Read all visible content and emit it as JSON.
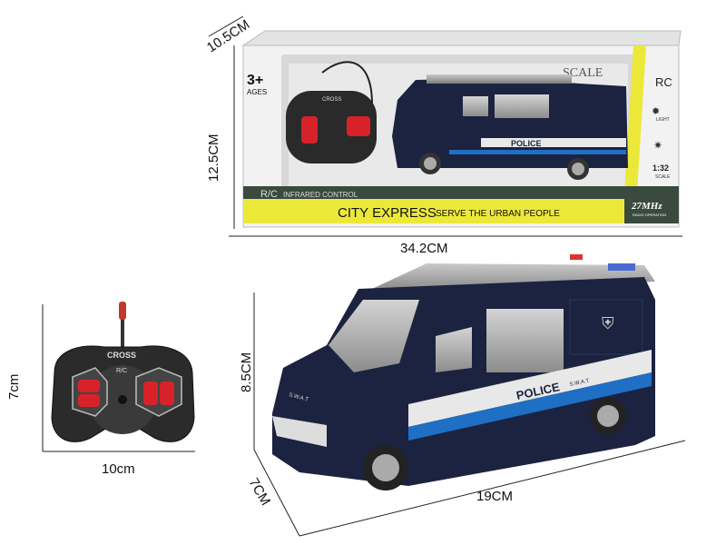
{
  "dimensions": {
    "box_depth": "10.5CM",
    "box_height": "12.5CM",
    "box_width": "34.2CM",
    "remote_height": "7cm",
    "remote_width": "10cm",
    "van_height": "8.5CM",
    "van_depth": "7CM",
    "van_length": "19CM"
  },
  "box": {
    "age": "3+",
    "age_label": "AGES",
    "scale_watermark": "SCALE",
    "rc_badge": "RC",
    "light_label": "LIGHT",
    "scale_value": "1:32",
    "scale_label": "SCALE",
    "rc_strip": "R/C",
    "control_type": "INFRARED CONTROL",
    "title": "CITY EXPRESS",
    "slogan": "SERVE THE URBAN PEOPLE",
    "frequency": "27MHz",
    "frequency_sub": "RADIO OPERATION"
  },
  "remote": {
    "brand": "CROSS",
    "label": "R/C"
  },
  "van": {
    "livery": "POLICE",
    "livery_sub": "S.W.A.T",
    "hood_text": "S.W.A.T"
  },
  "colors": {
    "van_body": "#1b2340",
    "stripe_blue": "#1f6fc4",
    "box_yellow": "#ece83a",
    "box_green": "#3a4a3f",
    "button_red": "#d8222a"
  }
}
